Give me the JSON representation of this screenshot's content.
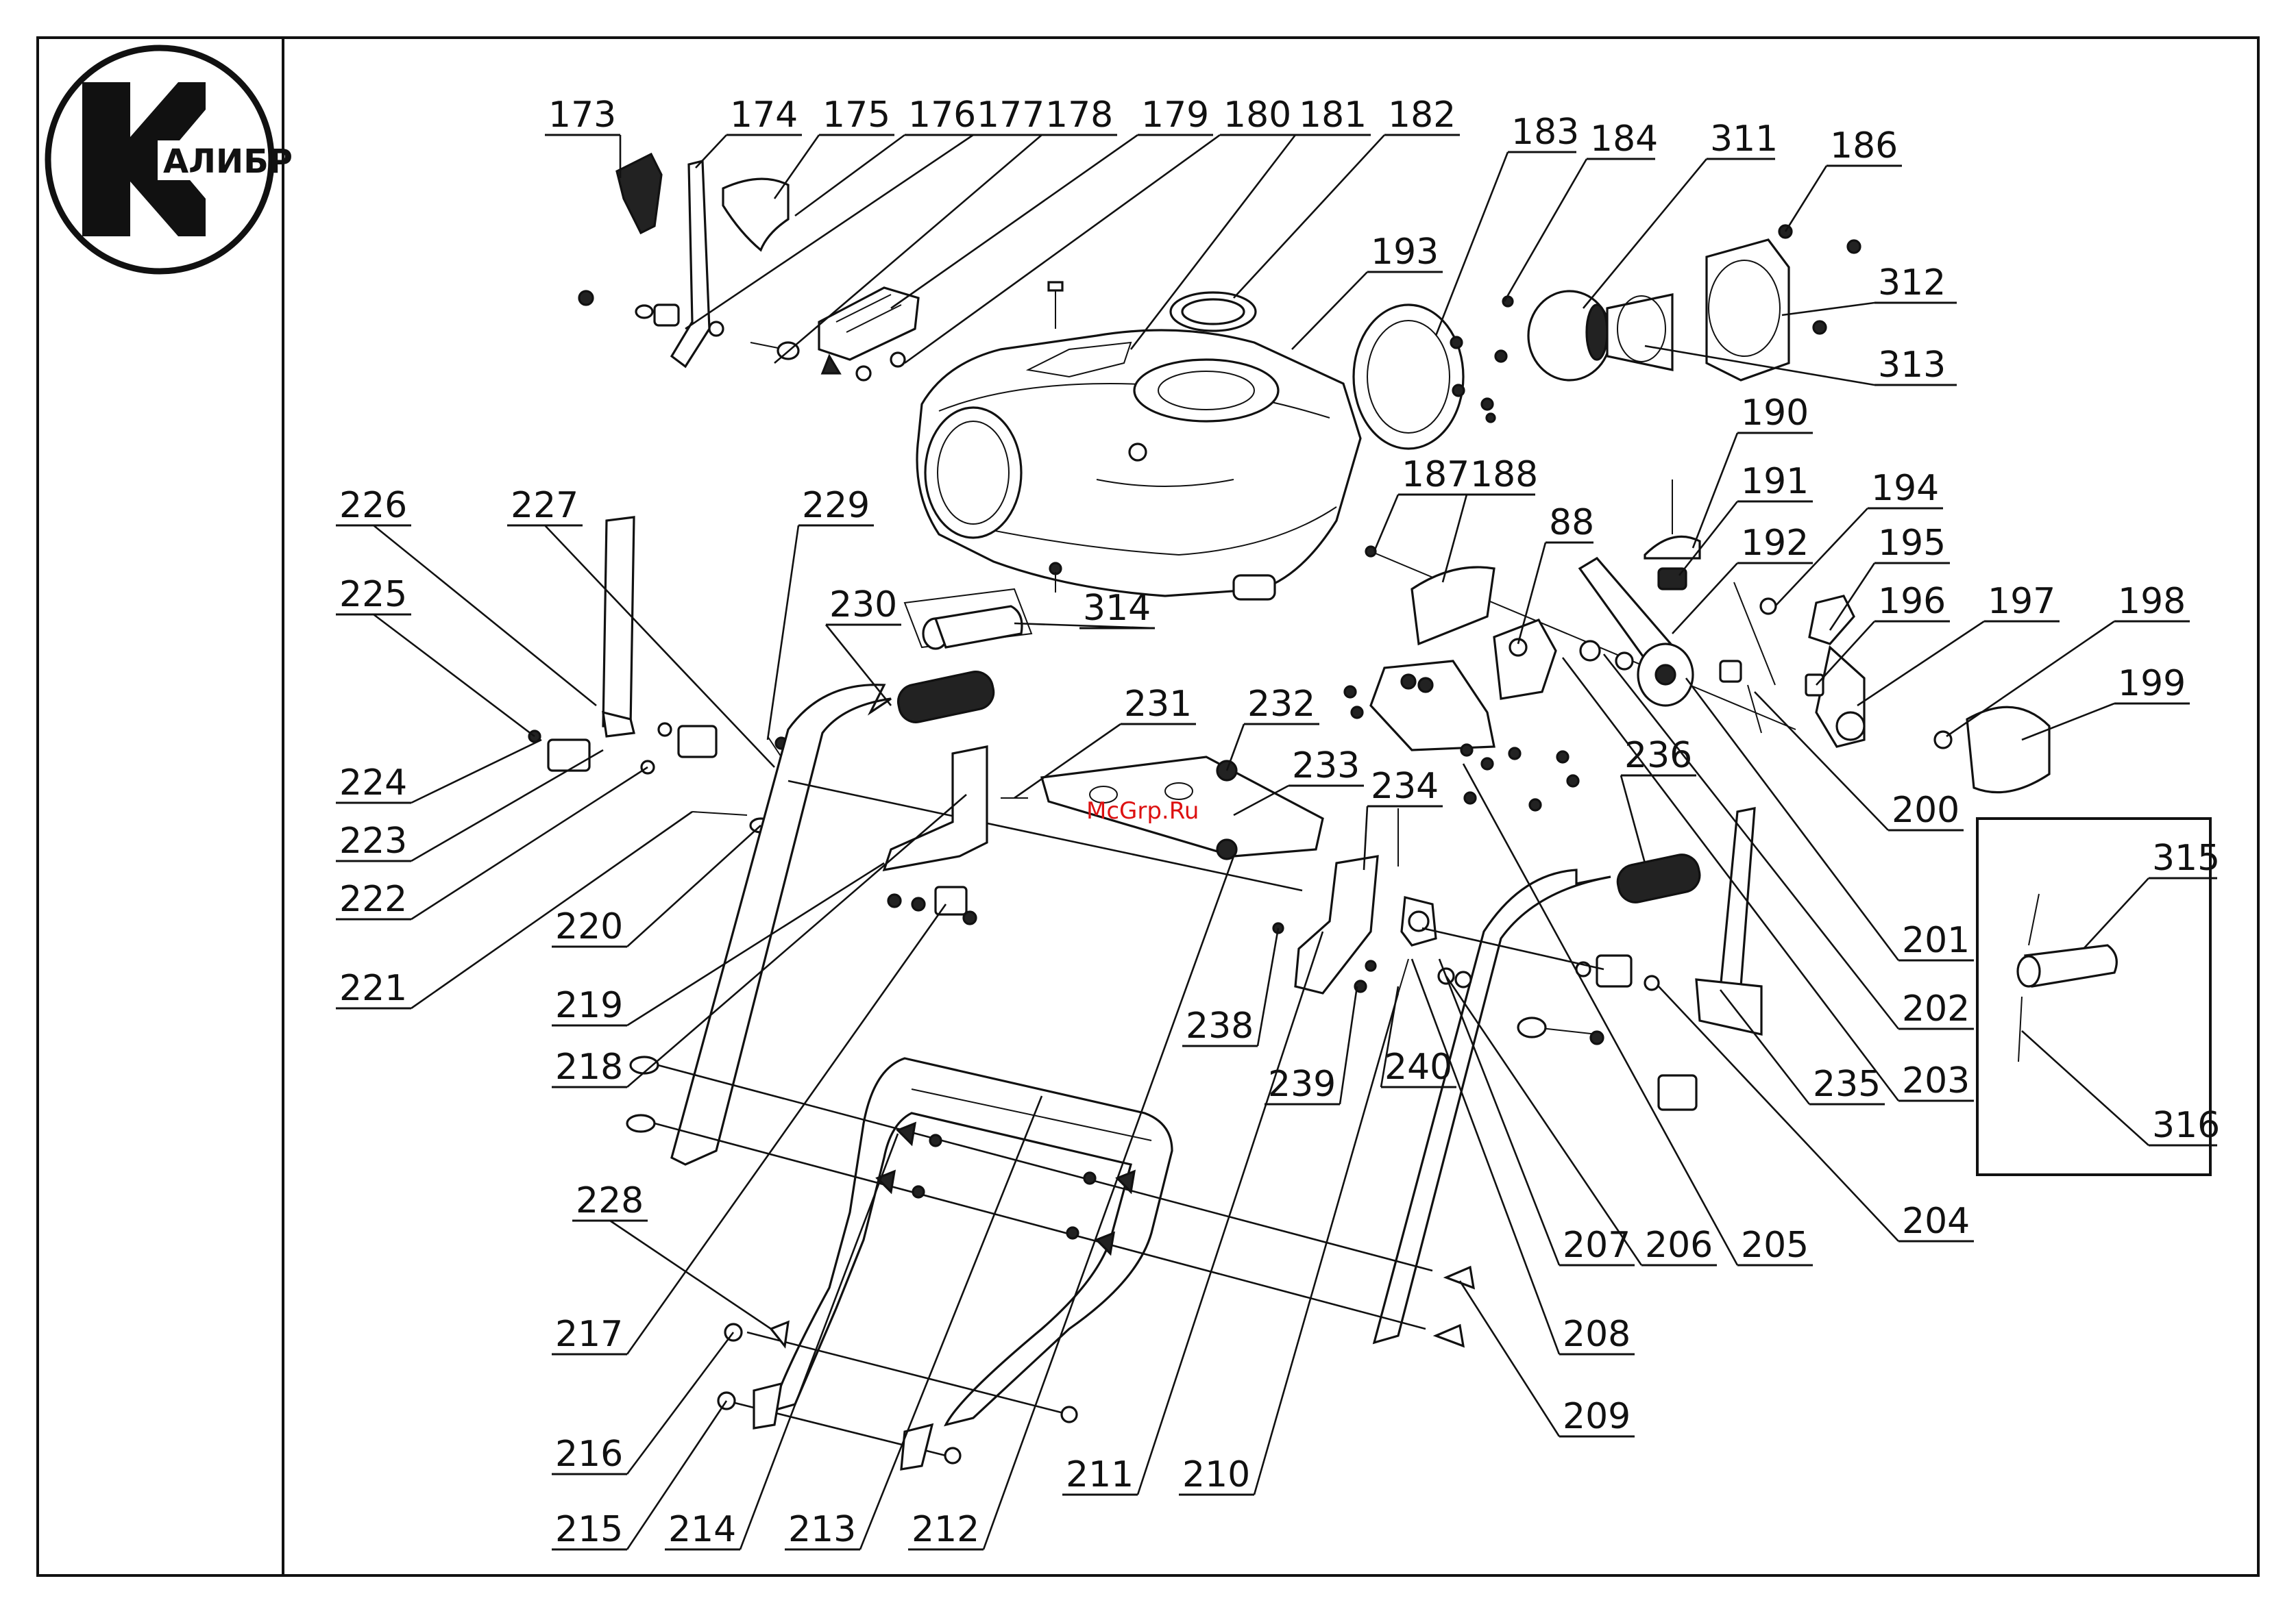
{
  "brand": {
    "logo_text": "АЛИБР"
  },
  "watermark": "McGrp.Ru",
  "part_numbers": {
    "173": "173",
    "174": "174",
    "175": "175",
    "176": "176",
    "177": "177",
    "178": "178",
    "179": "179",
    "180": "180",
    "181": "181",
    "182": "182",
    "183": "183",
    "184": "184",
    "311": "311",
    "186": "186",
    "312": "312",
    "313": "313",
    "193": "193",
    "190": "190",
    "187": "187",
    "188": "188",
    "88": "88",
    "191": "191",
    "192": "192",
    "194": "194",
    "195": "195",
    "196": "196",
    "197": "197",
    "198": "198",
    "199": "199",
    "200": "200",
    "201": "201",
    "202": "202",
    "203": "203",
    "204": "204",
    "205": "205",
    "206": "206",
    "207": "207",
    "208": "208",
    "209": "209",
    "210": "210",
    "211": "211",
    "212": "212",
    "213": "213",
    "214": "214",
    "215": "215",
    "216": "216",
    "217": "217",
    "218": "218",
    "219": "219",
    "220": "220",
    "221": "221",
    "222": "222",
    "223": "223",
    "224": "224",
    "225": "225",
    "226": "226",
    "227": "227",
    "228": "228",
    "229": "229",
    "230": "230",
    "231": "231",
    "232": "232",
    "233": "233",
    "234": "234",
    "235": "235",
    "236": "236",
    "238": "238",
    "239": "239",
    "240": "240",
    "314": "314",
    "315": "315",
    "316": "316"
  }
}
